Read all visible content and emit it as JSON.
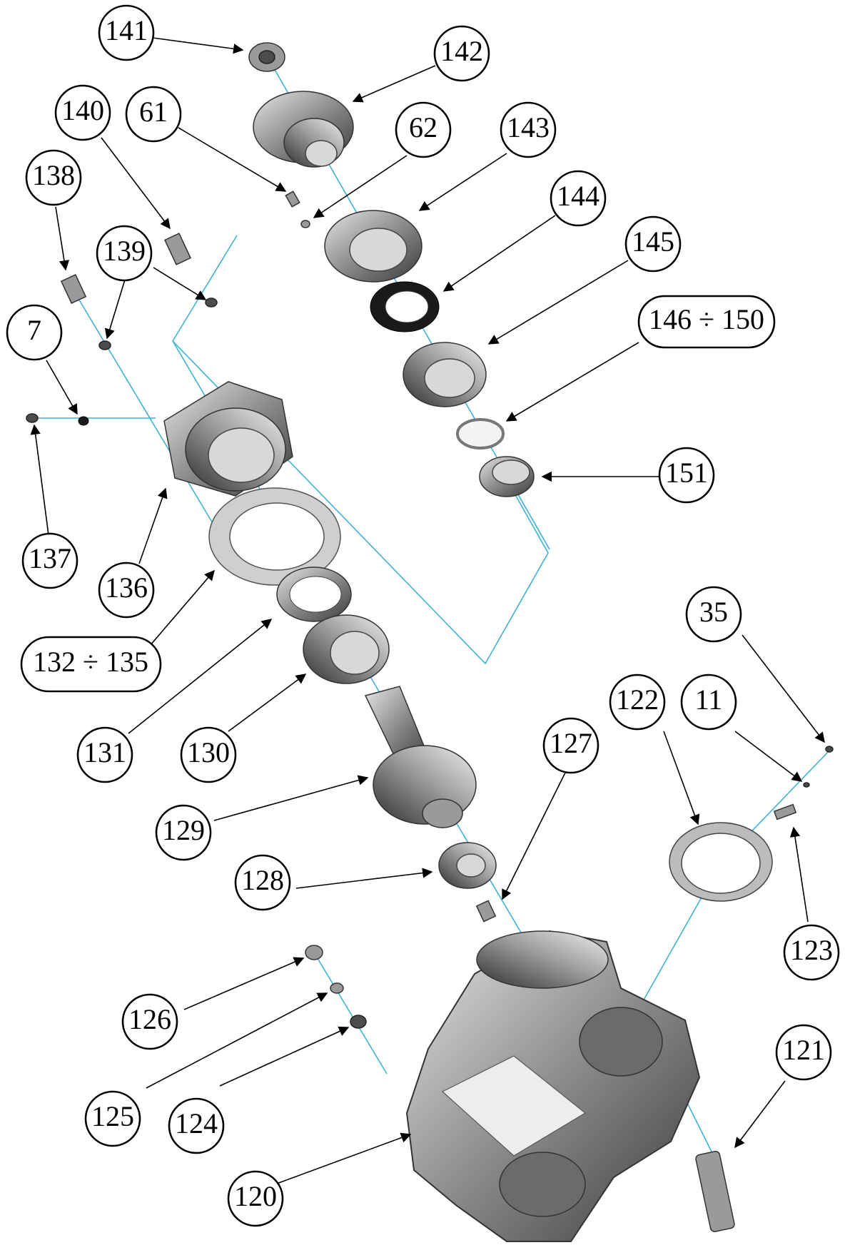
{
  "callouts": [
    {
      "id": "c141",
      "label": "141"
    },
    {
      "id": "c142",
      "label": "142"
    },
    {
      "id": "c140",
      "label": "140"
    },
    {
      "id": "c61",
      "label": "61"
    },
    {
      "id": "c62",
      "label": "62"
    },
    {
      "id": "c143",
      "label": "143"
    },
    {
      "id": "c138",
      "label": "138"
    },
    {
      "id": "c144",
      "label": "144"
    },
    {
      "id": "c139",
      "label": "139"
    },
    {
      "id": "c145",
      "label": "145"
    },
    {
      "id": "c146",
      "label": "146 ÷ 150"
    },
    {
      "id": "c7",
      "label": "7"
    },
    {
      "id": "c151",
      "label": "151"
    },
    {
      "id": "c137",
      "label": "137"
    },
    {
      "id": "c136",
      "label": "136"
    },
    {
      "id": "c35",
      "label": "35"
    },
    {
      "id": "c132",
      "label": "132 ÷ 135"
    },
    {
      "id": "c122",
      "label": "122"
    },
    {
      "id": "c11",
      "label": "11"
    },
    {
      "id": "c131",
      "label": "131"
    },
    {
      "id": "c130",
      "label": "130"
    },
    {
      "id": "c127",
      "label": "127"
    },
    {
      "id": "c129",
      "label": "129"
    },
    {
      "id": "c128",
      "label": "128"
    },
    {
      "id": "c123",
      "label": "123"
    },
    {
      "id": "c126",
      "label": "126"
    },
    {
      "id": "c121",
      "label": "121"
    },
    {
      "id": "c125",
      "label": "125"
    },
    {
      "id": "c124",
      "label": "124"
    },
    {
      "id": "c120",
      "label": "120"
    }
  ]
}
